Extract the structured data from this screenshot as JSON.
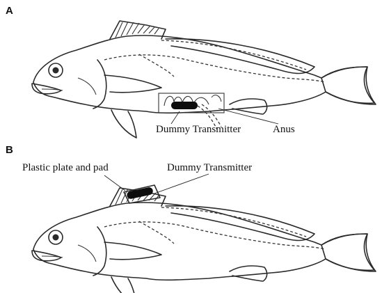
{
  "panels": [
    {
      "letter": "A",
      "labels": {
        "transmitter": "Dummy Transmitter",
        "anus": "Anus"
      }
    },
    {
      "letter": "B",
      "labels": {
        "plate": "Plastic plate and pad",
        "transmitter": "Dummy Transmitter"
      }
    }
  ]
}
